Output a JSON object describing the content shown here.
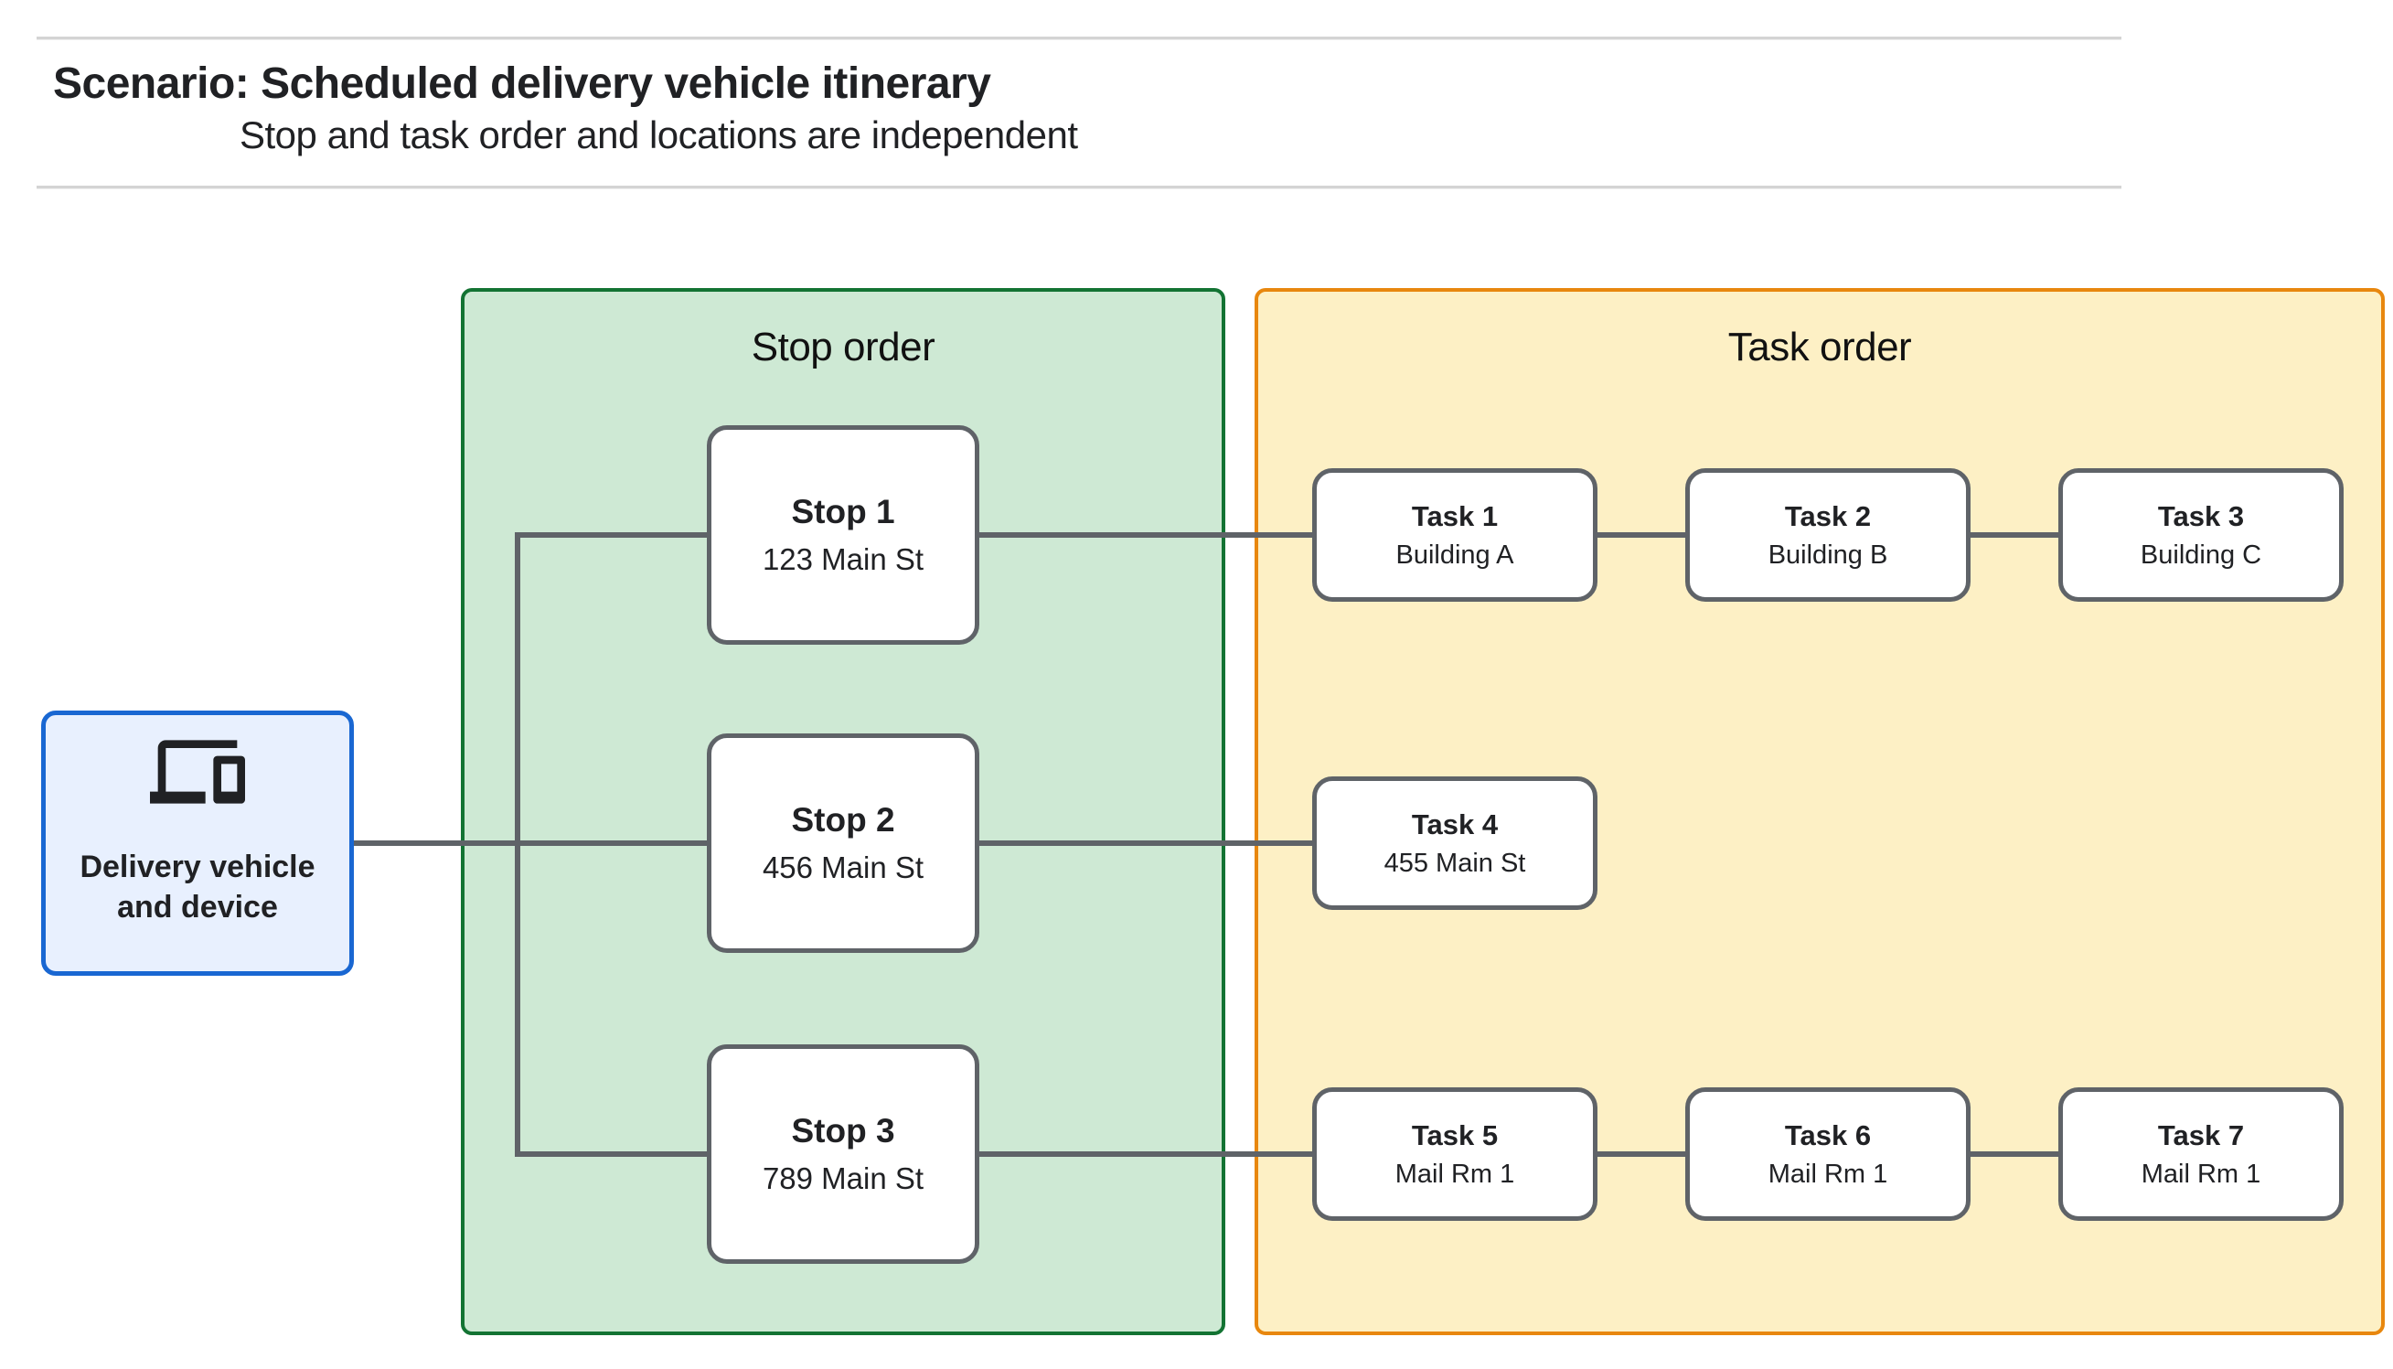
{
  "header": {
    "title": "Scenario: Scheduled delivery vehicle itinerary",
    "subtitle": "Stop and task order and locations are independent"
  },
  "delivery": {
    "line1": "Delivery vehicle",
    "line2": "and device",
    "icon": "devices-icon"
  },
  "panels": {
    "stop": {
      "title": "Stop order"
    },
    "task": {
      "title": "Task order"
    }
  },
  "stops": [
    {
      "title": "Stop 1",
      "subtitle": "123 Main St"
    },
    {
      "title": "Stop 2",
      "subtitle": "456 Main St"
    },
    {
      "title": "Stop 3",
      "subtitle": "789 Main St"
    }
  ],
  "tasks": [
    {
      "title": "Task 1",
      "subtitle": "Building A"
    },
    {
      "title": "Task 2",
      "subtitle": "Building B"
    },
    {
      "title": "Task 3",
      "subtitle": "Building C"
    },
    {
      "title": "Task 4",
      "subtitle": "455 Main St"
    },
    {
      "title": "Task 5",
      "subtitle": "Mail Rm 1"
    },
    {
      "title": "Task 6",
      "subtitle": "Mail Rm 1"
    },
    {
      "title": "Task 7",
      "subtitle": "Mail Rm 1"
    }
  ],
  "colors": {
    "blue-border": "#1967d2",
    "blue-fill": "#e8f0fe",
    "green-border": "#137333",
    "green-fill": "#cee9d4",
    "orange-border": "#e8870e",
    "yellow-fill": "#fdf0c5",
    "node-border": "#5f6368",
    "connector": "#5f6368",
    "text": "#202124",
    "rule": "#d4d4d4"
  }
}
